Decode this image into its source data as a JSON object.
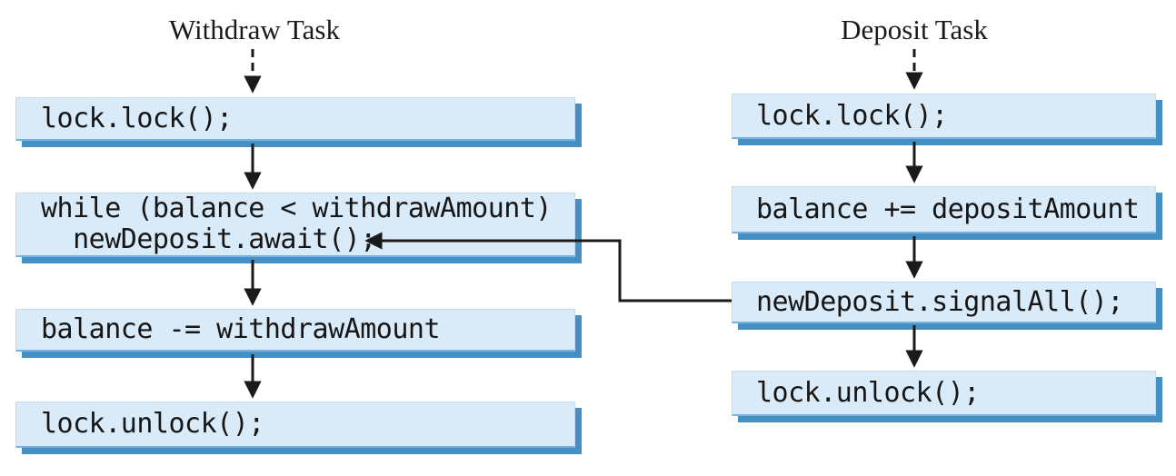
{
  "figure": {
    "withdraw": {
      "title": "Withdraw Task",
      "steps": [
        "lock.lock();",
        "while (balance < withdrawAmount)\n  newDeposit.await();",
        "balance -= withdrawAmount",
        "lock.unlock();"
      ]
    },
    "deposit": {
      "title": "Deposit Task",
      "steps": [
        "lock.lock();",
        "balance += depositAmount",
        "newDeposit.signalAll();",
        "lock.unlock();"
      ]
    },
    "colors": {
      "box_fill": "#d9eaf8",
      "box_shadow": "#4590c3",
      "box_edge": "#79b2de",
      "line": "#1a1a1a",
      "background": "#ffffff"
    }
  }
}
